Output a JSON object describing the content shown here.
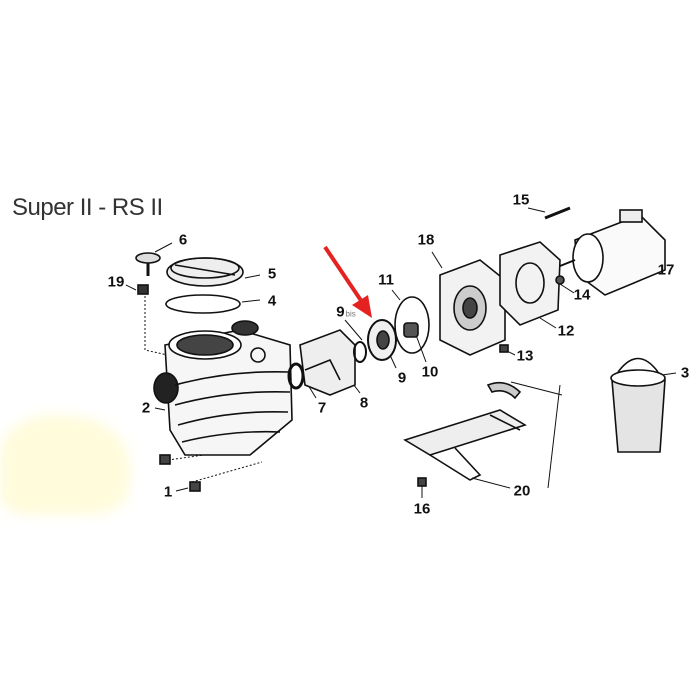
{
  "title": "Super II - RS II",
  "colors": {
    "arrow": "#e52222",
    "line": "#111111"
  },
  "parts": {
    "p1": "1",
    "p2": "2",
    "p3": "3",
    "p4": "4",
    "p5": "5",
    "p6": "6",
    "p7": "7",
    "p8": "8",
    "p9bis": "9",
    "p9bis_suffix": "bis",
    "p9": "9",
    "p10": "10",
    "p11": "11",
    "p12": "12",
    "p13": "13",
    "p14": "14",
    "p15": "15",
    "p16": "16",
    "p17": "17",
    "p18": "18",
    "p19": "19",
    "p20": "20"
  },
  "highlight": {
    "part": "9",
    "indicator": "red-arrow"
  }
}
